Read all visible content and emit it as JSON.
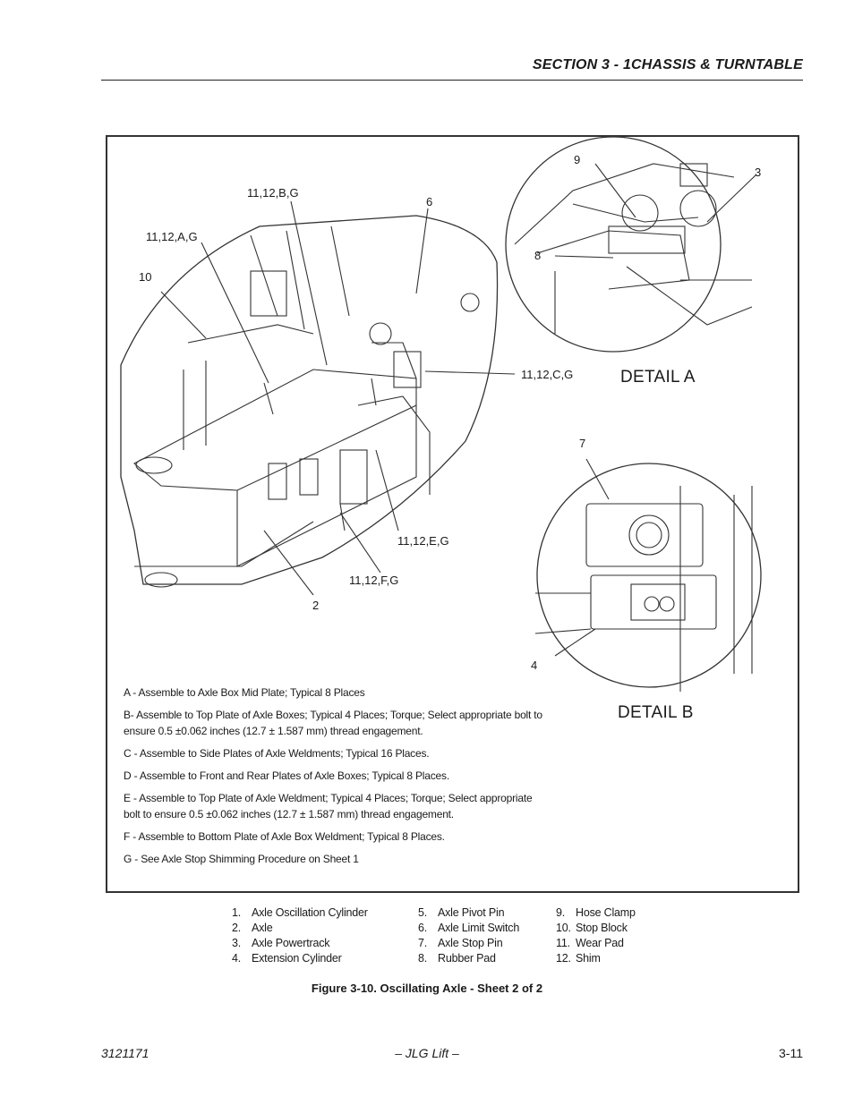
{
  "header": {
    "section_title": "SECTION 3 - 1CHASSIS & TURNTABLE"
  },
  "figure": {
    "callouts": {
      "c_11_12_b_g": "11,12,B,G",
      "c_6": "6",
      "c_11_12_a_g": "11,12,A,G",
      "c_10": "10",
      "c_11_12_c_g": "11,12,C,G",
      "c_11_12_e_g": "11,12,E,G",
      "c_11_12_f_g": "11,12,F,G",
      "c_2": "2",
      "c_9": "9",
      "c_3": "3",
      "c_8": "8",
      "c_7": "7",
      "c_4": "4"
    },
    "detail_a_label": "DETAIL A",
    "detail_b_label": "DETAIL B",
    "notes": [
      "A - Assemble to Axle Box Mid Plate; Typical 8 Places",
      "B- Assemble to Top Plate of Axle Boxes; Typical 4 Places; Torque; Select appropriate bolt to ensure 0.5 ±0.062 inches (12.7 ± 1.587 mm) thread engagement.",
      "C - Assemble to Side Plates of Axle Weldments; Typical 16 Places.",
      "D - Assemble to Front and Rear Plates of Axle Boxes; Typical 8 Places.",
      "E - Assemble to Top Plate of Axle Weldment; Typical 4 Places; Torque; Select appropriate bolt to ensure 0.5 ±0.062 inches (12.7 ± 1.587 mm) thread engagement.",
      "F - Assemble to Bottom Plate of Axle Box Weldment; Typical 8 Places.",
      "G - See Axle Stop Shimming Procedure on Sheet 1"
    ]
  },
  "parts_list": {
    "col1": [
      {
        "num": "1.",
        "name": "Axle Oscillation Cylinder"
      },
      {
        "num": "2.",
        "name": "Axle"
      },
      {
        "num": "3.",
        "name": "Axle Powertrack"
      },
      {
        "num": "4.",
        "name": "Extension Cylinder"
      }
    ],
    "col2": [
      {
        "num": "5.",
        "name": "Axle Pivot Pin"
      },
      {
        "num": "6.",
        "name": "Axle Limit Switch"
      },
      {
        "num": "7.",
        "name": "Axle Stop Pin"
      },
      {
        "num": "8.",
        "name": "Rubber Pad"
      }
    ],
    "col3": [
      {
        "num": "9.",
        "name": "Hose Clamp"
      },
      {
        "num": "10.",
        "name": "Stop Block"
      },
      {
        "num": "11.",
        "name": "Wear Pad"
      },
      {
        "num": "12.",
        "name": "Shim"
      }
    ]
  },
  "caption": "Figure 3-10.  Oscillating Axle - Sheet 2 of 2",
  "footer": {
    "doc_number": "3121171",
    "center": "– JLG Lift –",
    "page": "3-11"
  }
}
